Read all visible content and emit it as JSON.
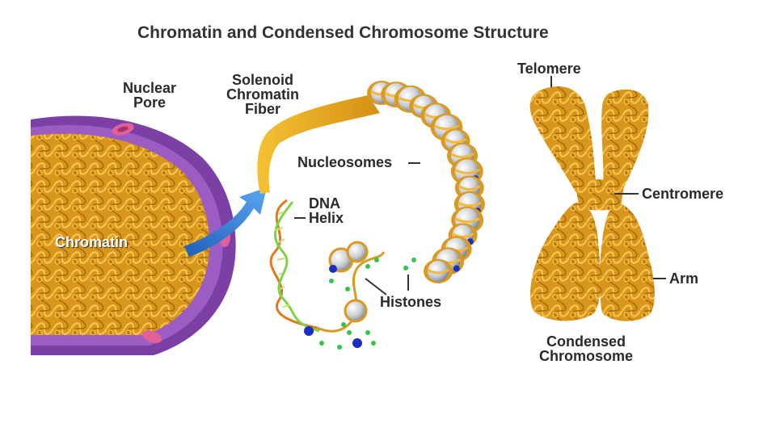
{
  "diagram": {
    "title": "Chromatin and Condensed Chromosome Structure",
    "labels": {
      "nuclear_pore": [
        "Nuclear",
        "Pore"
      ],
      "solenoid": [
        "Solenoid",
        "Chromatin",
        "Fiber"
      ],
      "nucleosomes": "Nucleosomes",
      "dna_helix": [
        "DNA",
        "Helix"
      ],
      "chromatin": "Chromatin",
      "histones": "Histones",
      "telomere": "Telomere",
      "centromere": "Centromere",
      "arm": "Arm",
      "condensed_chromosome": [
        "Condensed",
        "Chromosome"
      ]
    },
    "colors": {
      "chromatin_gold": "#e8a824",
      "chromatin_dark": "#b87a12",
      "nuclear_envelope": "#7b3fa6",
      "pore": "#e0609a",
      "arrow_blue": "#2e7fd8",
      "histone_gray": "#c9cdd2",
      "bead_blue": "#1a2fc2",
      "bead_green": "#33c44a"
    }
  }
}
